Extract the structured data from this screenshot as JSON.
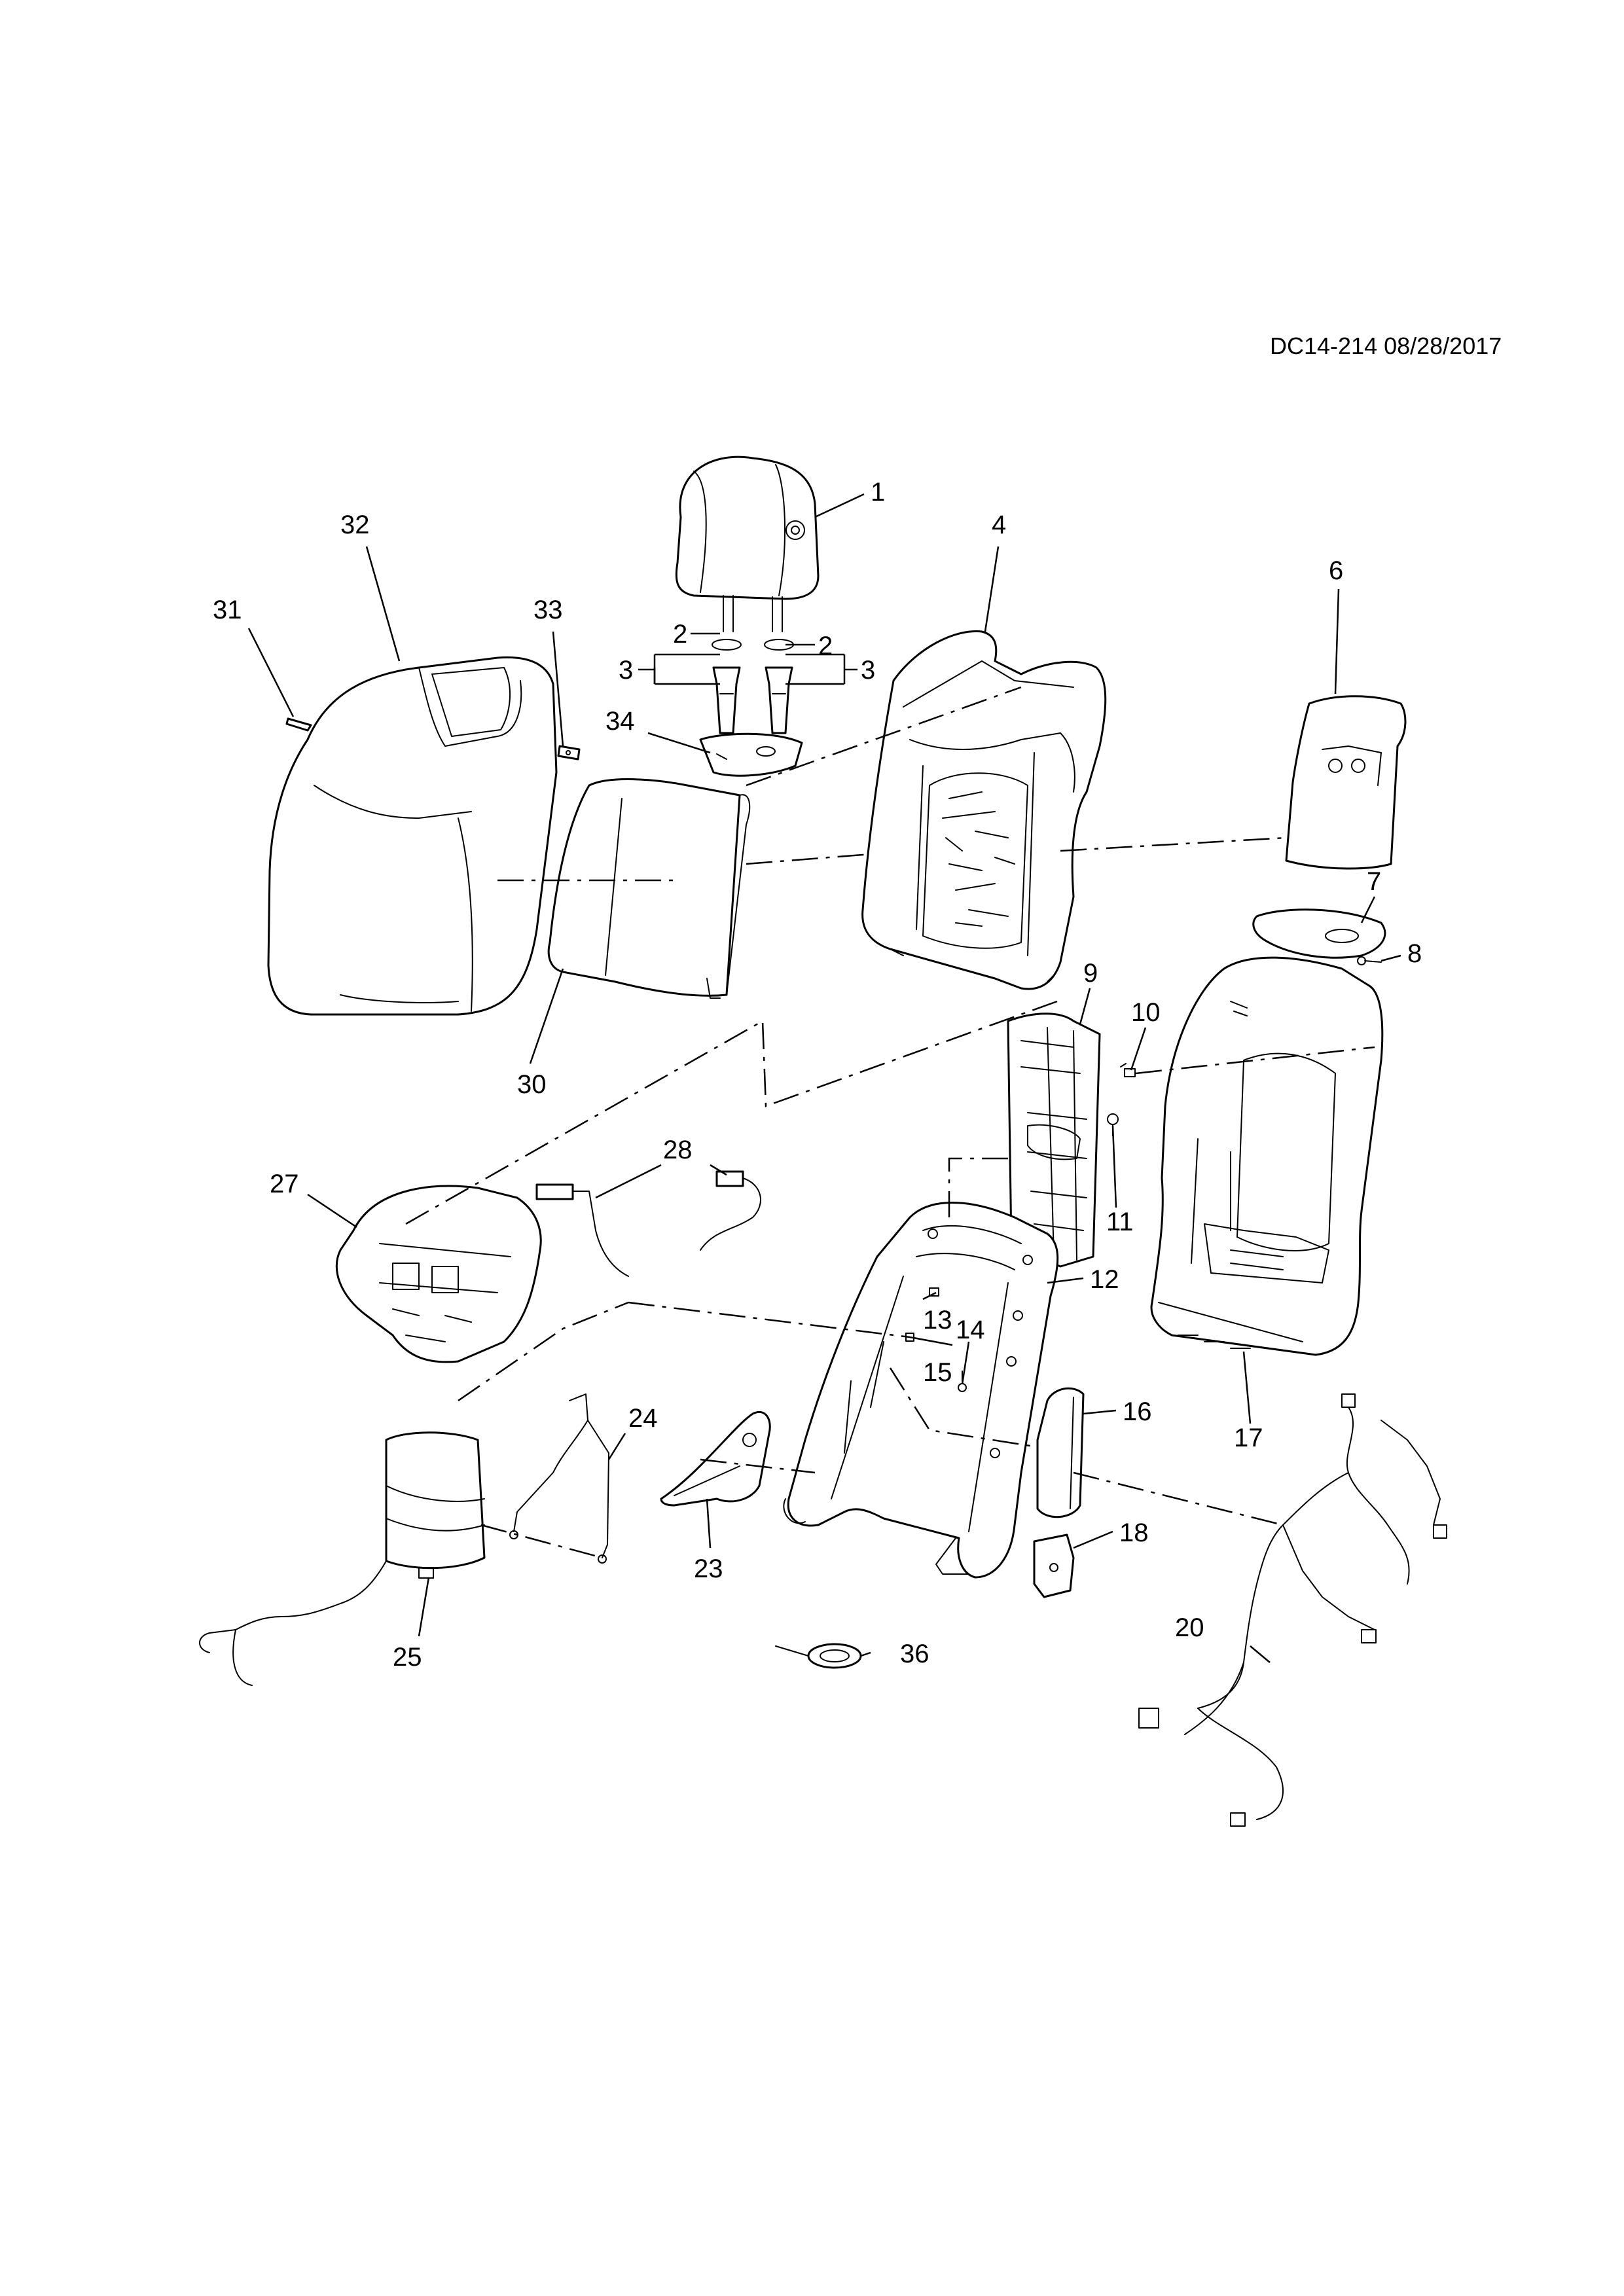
{
  "header": {
    "reference": "DC14-214 08/28/2017"
  },
  "callouts": {
    "c1": "1",
    "c2a": "2",
    "c2b": "2",
    "c3a": "3",
    "c3b": "3",
    "c4": "4",
    "c6": "6",
    "c7": "7",
    "c8": "8",
    "c9": "9",
    "c10": "10",
    "c11": "11",
    "c12": "12",
    "c13": "13",
    "c14": "14",
    "c15": "15",
    "c16": "16",
    "c17": "17",
    "c18": "18",
    "c20": "20",
    "c23": "23",
    "c24": "24",
    "c25": "25",
    "c27": "27",
    "c28": "28",
    "c30": "30",
    "c31": "31",
    "c32": "32",
    "c33": "33",
    "c34": "34",
    "c36": "36"
  }
}
